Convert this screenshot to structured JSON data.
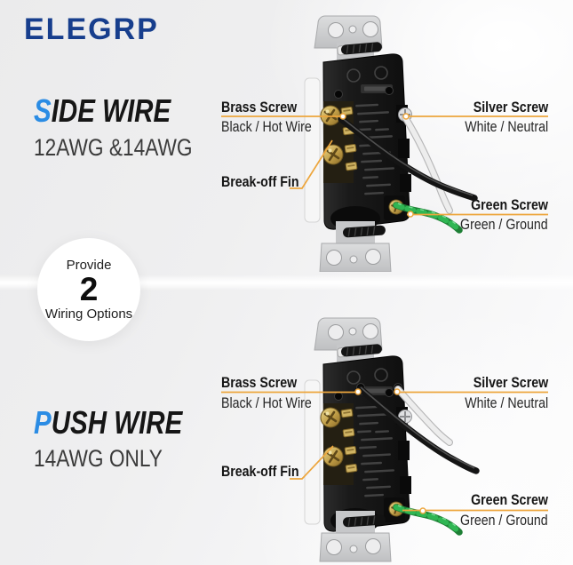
{
  "brand": {
    "logo_text": "ELEGRP"
  },
  "colors": {
    "accent_blue": "#2b8ce4",
    "logo_blue": "#173e8d",
    "leader_gold": "#eda63d",
    "wire_black": "#141414",
    "wire_white": "#ededed",
    "wire_green": "#2fb653",
    "device_black": "#181818",
    "strap_silver": "#cfd0d2",
    "screw_brass": "#bf9c45"
  },
  "badge": {
    "top": "Provide",
    "number": "2",
    "bottom": "Wiring Options"
  },
  "sections": [
    {
      "id": "side-wire",
      "title_initial": "S",
      "title_rest": "IDE WIRE",
      "subtitle": "12AWG &14AWG",
      "labels": {
        "brass_title": "Brass Screw",
        "brass_desc": "Black / Hot Wire",
        "silver_title": "Silver Screw",
        "silver_desc": "White / Neutral",
        "breakoff_title": "Break-off Fin",
        "green_title": "Green Screw",
        "green_desc": "Green / Ground"
      }
    },
    {
      "id": "push-wire",
      "title_initial": "P",
      "title_rest": "USH WIRE",
      "subtitle": "14AWG ONLY",
      "labels": {
        "brass_title": "Brass Screw",
        "brass_desc": "Black / Hot Wire",
        "silver_title": "Silver Screw",
        "silver_desc": "White / Neutral",
        "breakoff_title": "Break-off Fin",
        "green_title": "Green Screw",
        "green_desc": "Green / Ground"
      }
    }
  ]
}
